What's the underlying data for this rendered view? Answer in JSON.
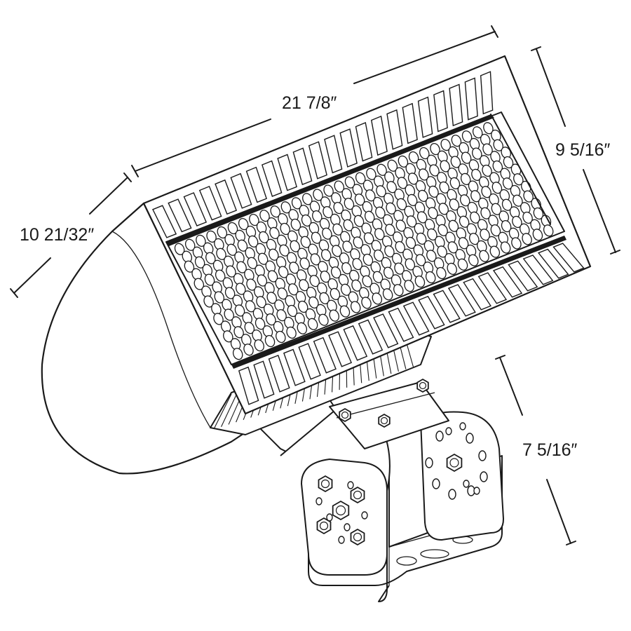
{
  "dimensions": {
    "width": "21 7/8″",
    "height": "9 5/16″",
    "depth": "10 21/32″",
    "bracket": "7 5/16″"
  },
  "colors": {
    "line": "#1a1a1a",
    "background": "#ffffff"
  }
}
